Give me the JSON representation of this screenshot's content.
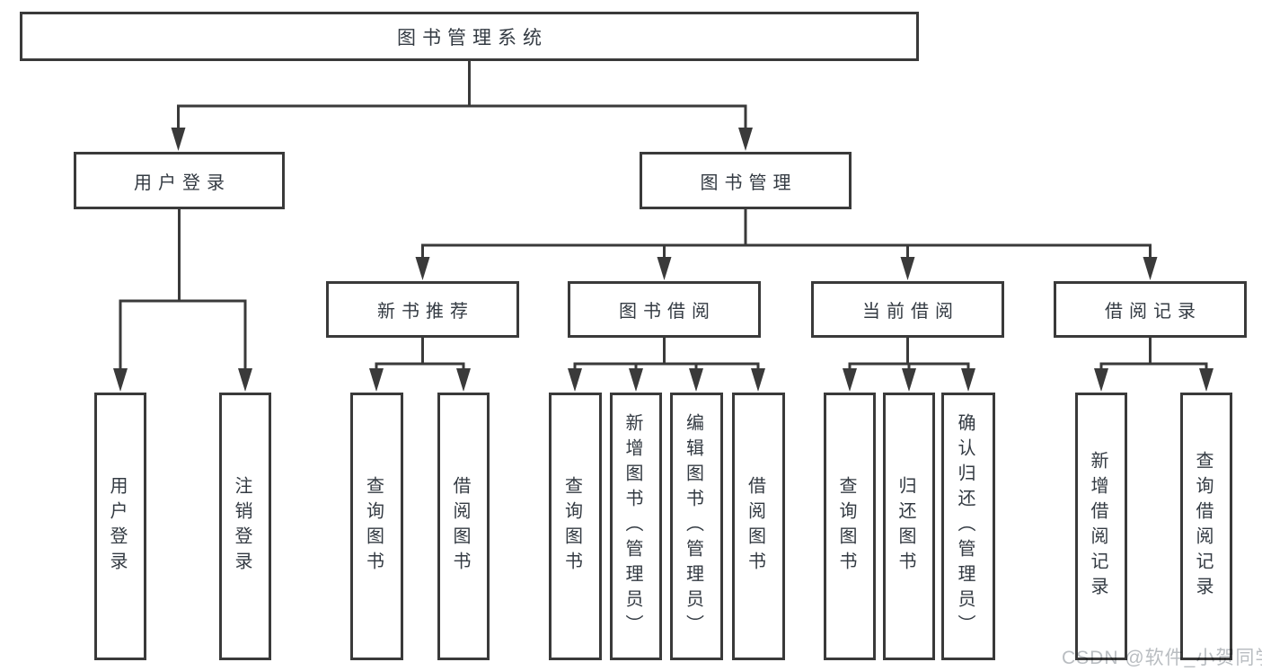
{
  "tree": {
    "root": {
      "label": "图书管理系统"
    },
    "branches": [
      {
        "label": "用户登录",
        "children": [
          {
            "label": "用户登录"
          },
          {
            "label": "注销登录"
          }
        ]
      },
      {
        "label": "图书管理",
        "sections": [
          {
            "label": "新书推荐",
            "children": [
              {
                "label": "查询图书"
              },
              {
                "label": "借阅图书"
              }
            ]
          },
          {
            "label": "图书借阅",
            "children": [
              {
                "label": "查询图书"
              },
              {
                "label": "新增图书（管理员）"
              },
              {
                "label": "编辑图书（管理员）"
              },
              {
                "label": "借阅图书"
              }
            ]
          },
          {
            "label": "当前借阅",
            "children": [
              {
                "label": "查询图书"
              },
              {
                "label": "归还图书"
              },
              {
                "label": "确认归还（管理员）"
              }
            ]
          },
          {
            "label": "借阅记录",
            "children": [
              {
                "label": "新增借阅记录"
              },
              {
                "label": "查询借阅记录"
              }
            ]
          }
        ]
      }
    ]
  },
  "watermark": {
    "text": "CSDN @软件_小贺同学"
  },
  "colors": {
    "line": "#3a3a3a",
    "text": "#333a42",
    "watermark": "#b9bdc1",
    "background": "#ffffff"
  }
}
